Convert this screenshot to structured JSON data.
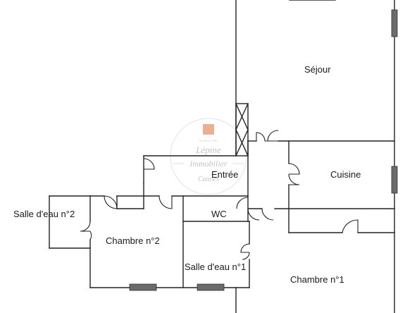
{
  "rooms": {
    "sejour": "Séjour",
    "cuisine": "Cuisine",
    "entree": "Entrée",
    "wc": "WC",
    "salle_eau_2": "Salle d'eau n°2",
    "chambre_2": "Chambre n°2",
    "salle_eau_1": "Salle d'eau n°1",
    "chambre_1": "Chambre n°1"
  },
  "watermark": {
    "line1": "Lépine",
    "line2": "Immobilier",
    "line3": "Cannes",
    "tagline": "Fondé en 1963"
  },
  "colors": {
    "wall": "#222222",
    "window": "#6b6b6b",
    "watermark_logo": "#e9a27f"
  }
}
